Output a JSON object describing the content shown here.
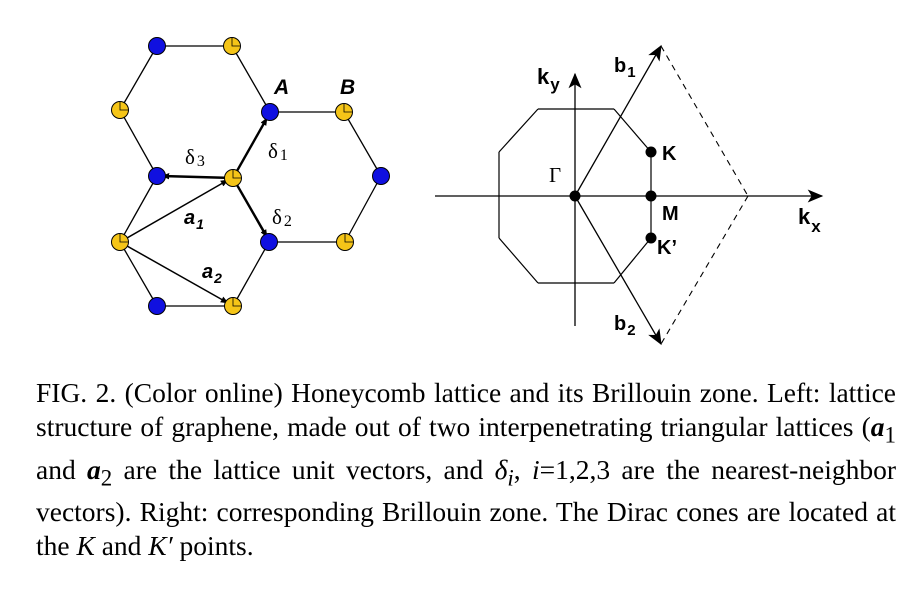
{
  "lattice": {
    "site_A_label": "A",
    "site_B_label": "B",
    "a1_label": "a",
    "a1_sub": "1",
    "a2_label": "a",
    "a2_sub": "2",
    "delta_label": "δ",
    "delta1_sub": "1",
    "delta2_sub": "2",
    "delta3_sub": "3",
    "colors": {
      "A_site": "#1010e0",
      "B_site": "#f5c518",
      "outline": "#000000"
    }
  },
  "brillouin": {
    "ky_main": "k",
    "ky_sub": "y",
    "kx_main": "k",
    "kx_sub": "x",
    "b1_main": "b",
    "b1_sub": "1",
    "b2_main": "b",
    "b2_sub": "2",
    "gamma_label": "Γ",
    "K_label": "K",
    "M_label": "M",
    "Kprime_label": "K’"
  },
  "caption": {
    "fig_label": "FIG. 2.",
    "part1": " (Color online) Honeycomb lattice and its Brillouin zone. Left: lattice structure of graphene, made out of two interpenetrating triangular lattices (",
    "a_sym": "a",
    "sub1": "1",
    "and1": " and ",
    "sub2": "2",
    "part2": " are the lattice unit vectors, and ",
    "delta_sym": "δ",
    "i_sub": "i",
    "part3": ", ",
    "i_var": "i",
    "part4": "=1,2,3 are the nearest-neighbor vectors). Right: corresponding Brillouin zone. The Dirac cones are located at the ",
    "K": "K",
    "and2": " and ",
    "Kprime": "K′",
    "part5": " points."
  }
}
